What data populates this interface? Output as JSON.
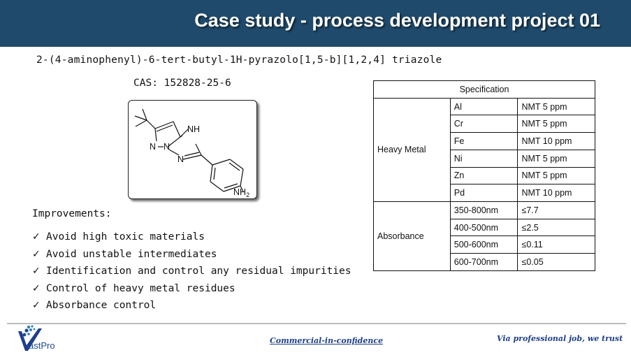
{
  "header": {
    "title": "Case study - process development project 01"
  },
  "compound": {
    "name": "2-(4-aminophenyl)-6-tert-butyl-1H-pyrazolo[1,5-b][1,2,4] triazole",
    "cas": "CAS: 152828-25-6",
    "structure_labels": {
      "nh": "NH",
      "n1": "N",
      "n2": "N",
      "n3": "N",
      "nh2": "NH",
      "nh2_sub": "2"
    }
  },
  "improvements": {
    "title": "Improvements:",
    "check_glyph": "✓",
    "items": [
      "Avoid high toxic materials",
      "Avoid unstable intermediates",
      "Identification and control any residual impurities",
      "Control of heavy metal residues",
      "Absorbance control"
    ]
  },
  "spec_table": {
    "header": "Specification",
    "groups": [
      {
        "name": "Heavy Metal",
        "rows": [
          {
            "item": "Al",
            "limit": "NMT 5 ppm"
          },
          {
            "item": "Cr",
            "limit": "NMT 5 ppm"
          },
          {
            "item": "Fe",
            "limit": "NMT 10 ppm"
          },
          {
            "item": "Ni",
            "limit": "NMT 5 ppm"
          },
          {
            "item": "Zn",
            "limit": "NMT 5 ppm"
          },
          {
            "item": "Pd",
            "limit": "NMT 10 ppm"
          }
        ]
      },
      {
        "name": "Absorbance",
        "rows": [
          {
            "item": "350-800nm",
            "limit": "≤7.7"
          },
          {
            "item": "400-500nm",
            "limit": "≤2.5"
          },
          {
            "item": "500-600nm",
            "limit": "≤0.11"
          },
          {
            "item": "600-700nm",
            "limit": "≤0.05"
          }
        ]
      }
    ]
  },
  "footer": {
    "logo_text": "astPro",
    "confidential": "Commercial-in-confidence",
    "motto": "Via professional job, we trust"
  },
  "colors": {
    "header_bg": "#1f4a6b",
    "brand_blue": "#1f3f8a"
  }
}
